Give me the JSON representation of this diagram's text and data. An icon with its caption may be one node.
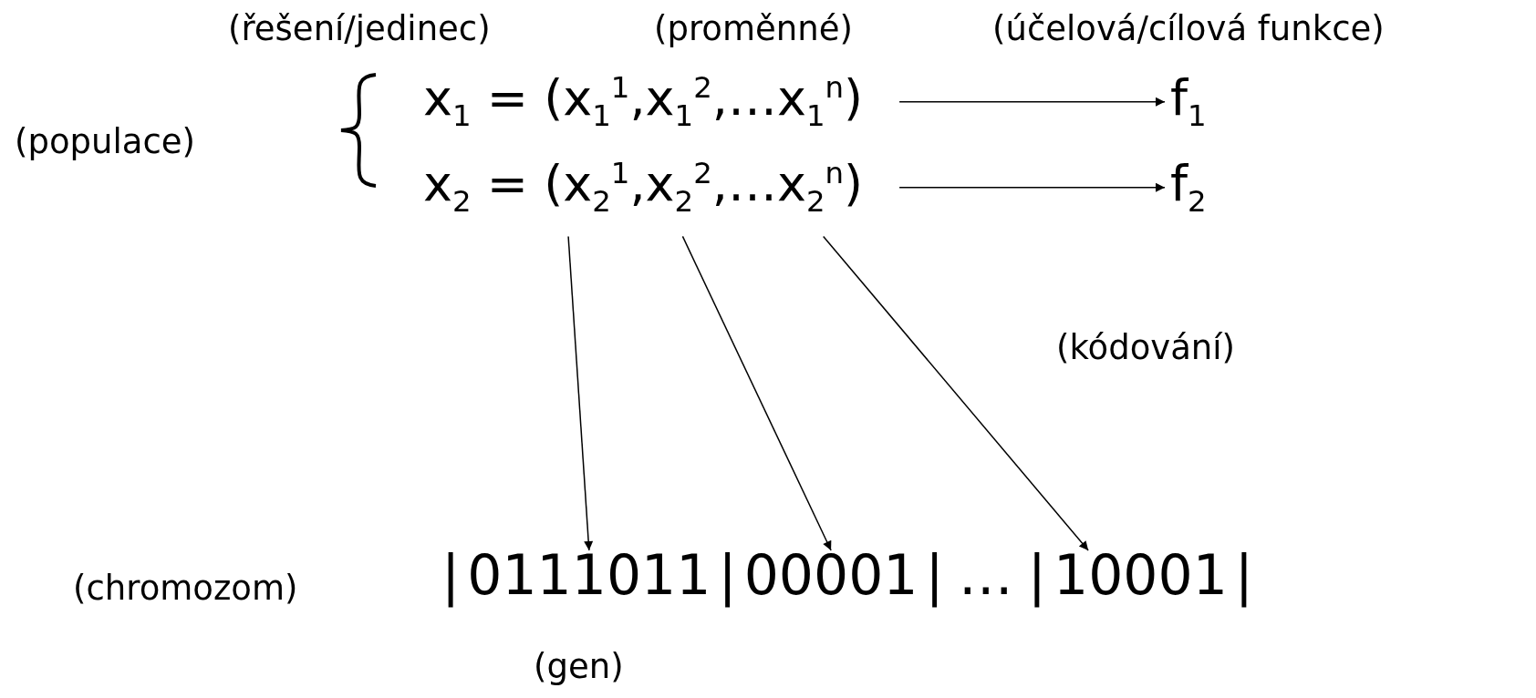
{
  "diagram": {
    "nodes": [
      {
        "text": [
          "x$_{1}$ = (x$_{1}$$^{1}$,x$_{1}$$^{2}$,…x$_{1}$$^{n}$)"
        ]
      },
      {
        "text": [
          "f$_{1}$"
        ]
      },
      {
        "text": [
          "x$_{2}$ = (x$_{2}$$^{1}$,x$_{2}$$^{2}$,…x$_{2}$$^{n}$)"
        ]
      },
      {
        "text": [
          "f$_{2}$"
        ]
      },
      {
        "text": [
          "0111011"
        ]
      },
      {
        "text": [
          "00001"
        ]
      },
      {
        "text": [
          "10001"
        ]
      }
    ],
    "edges": [
      {
        "from": 0,
        "to": 1,
        "arrow": "to"
      },
      {
        "from": 2,
        "to": 3,
        "arrow": "to"
      },
      {
        "from": 2,
        "to": 4,
        "arrow": "to"
      },
      {
        "from": 2,
        "to": 5,
        "arrow": "to"
      },
      {
        "from": 2,
        "to": 6,
        "arrow": "to"
      }
    ],
    "labels": [
      "(řešení/jedinec)",
      "(proměnné)",
      "(účelová/cílová funkce)",
      "(populace)",
      "(kódování)",
      "(chromozom)",
      "|",
      "|",
      "|",
      "…",
      "|",
      "|",
      "(gen)"
    ]
  }
}
